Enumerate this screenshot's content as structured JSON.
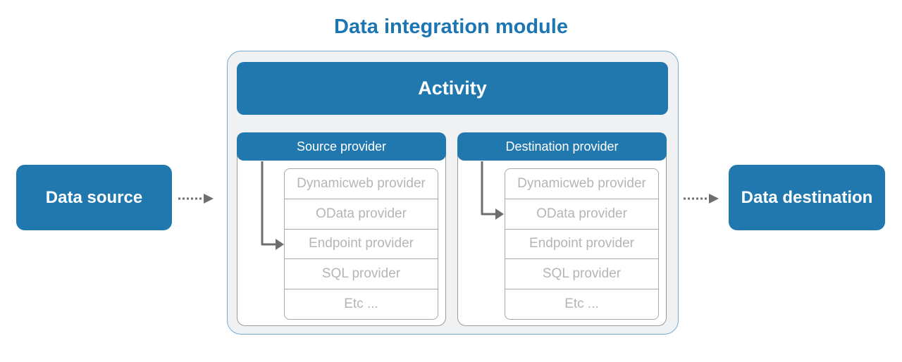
{
  "title": "Data integration module",
  "colors": {
    "blue": "#2178AE",
    "title_blue": "#1C76B4",
    "container_bg": "#F0F1F2",
    "container_border": "#74ABD3",
    "panel_border": "#9B9B9B",
    "list_border": "#A9A9A9",
    "list_text": "#B5B5B5",
    "arrow_gray": "#6E6E6E"
  },
  "module": {
    "activity_label": "Activity",
    "source_panel": {
      "header": "Source provider",
      "providers": [
        "Dynamicweb provider",
        "OData provider",
        "Endpoint provider",
        "SQL provider",
        "Etc ..."
      ],
      "arrow_target": "Endpoint provider"
    },
    "destination_panel": {
      "header": "Destination provider",
      "providers": [
        "Dynamicweb provider",
        "OData provider",
        "Endpoint provider",
        "SQL provider",
        "Etc ..."
      ],
      "arrow_target": "OData provider"
    }
  },
  "left_box": {
    "label": "Data source"
  },
  "right_box": {
    "label": "Data destination"
  },
  "icons": {
    "left_arrow": "dotted-arrow-right",
    "right_arrow": "dotted-arrow-right",
    "source_arrow": "bent-arrow-down-right",
    "destination_arrow": "bent-arrow-down-right"
  }
}
